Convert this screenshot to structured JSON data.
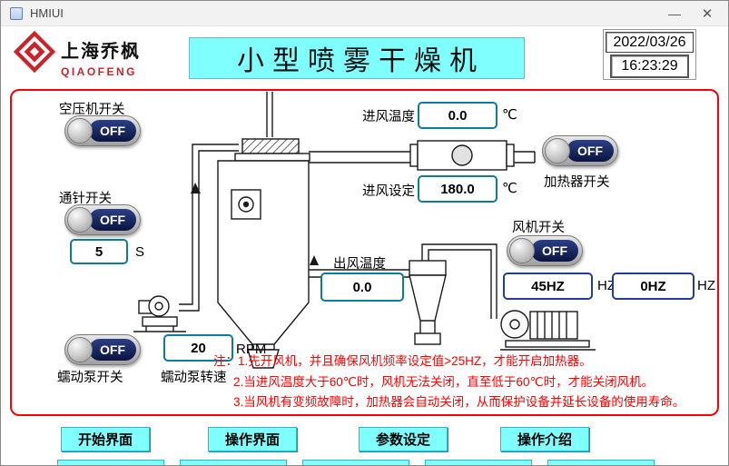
{
  "window": {
    "title": "HMIUI",
    "minimize_glyph": "—",
    "close_glyph": "✕"
  },
  "header": {
    "brand_cn": "上海乔枫",
    "brand_en": "QIAOFENG",
    "title": "小型喷雾干燥机",
    "date": "2022/03/26",
    "time": "16:23:29"
  },
  "controls": {
    "air_compressor": {
      "label": "空压机开关",
      "state": "OFF"
    },
    "needle": {
      "label": "通针开关",
      "state": "OFF"
    },
    "needle_time": {
      "value": "5",
      "unit": "S"
    },
    "pump": {
      "label": "蠕动泵开关",
      "state": "OFF"
    },
    "pump_speed": {
      "label": "蠕动泵转速",
      "value": "20",
      "unit": "RPM"
    },
    "heater": {
      "label": "加热器开关",
      "state": "OFF"
    },
    "fan": {
      "label": "风机开关",
      "state": "OFF"
    },
    "fan_freq_set": {
      "value": "45HZ",
      "unit": "HZ"
    },
    "fan_freq_actual": {
      "value": "0HZ",
      "unit": "HZ"
    }
  },
  "readings": {
    "inlet_temp": {
      "label": "进风温度",
      "value": "0.0",
      "unit": "℃"
    },
    "inlet_set": {
      "label": "进风设定",
      "value": "180.0",
      "unit": "℃"
    },
    "outlet_temp": {
      "label": "出风温度",
      "value": "0.0"
    }
  },
  "notes": [
    "注：1.先开风机，并且确保风机频率设定值>25HZ，才能开启加热器。",
    "2.当进风温度大于60℃时，风机无法关闭，直至低于60℃时，才能关闭风机。",
    "3.当风机有变频故障时，加热器会自动关闭，从而保护设备并延长设备的使用寿命。"
  ],
  "nav": [
    {
      "label": "开始界面"
    },
    {
      "label": "操作界面"
    },
    {
      "label": "参数设定"
    },
    {
      "label": "操作介绍"
    }
  ],
  "colors": {
    "cyan": "#80ffff",
    "frame_red": "#ff0000",
    "note_red": "#ff0000",
    "toggle_navy": "#102a63",
    "box_teal": "#0b7c9e",
    "box_navy": "#1f3d99",
    "brand_red": "#cc2229"
  }
}
